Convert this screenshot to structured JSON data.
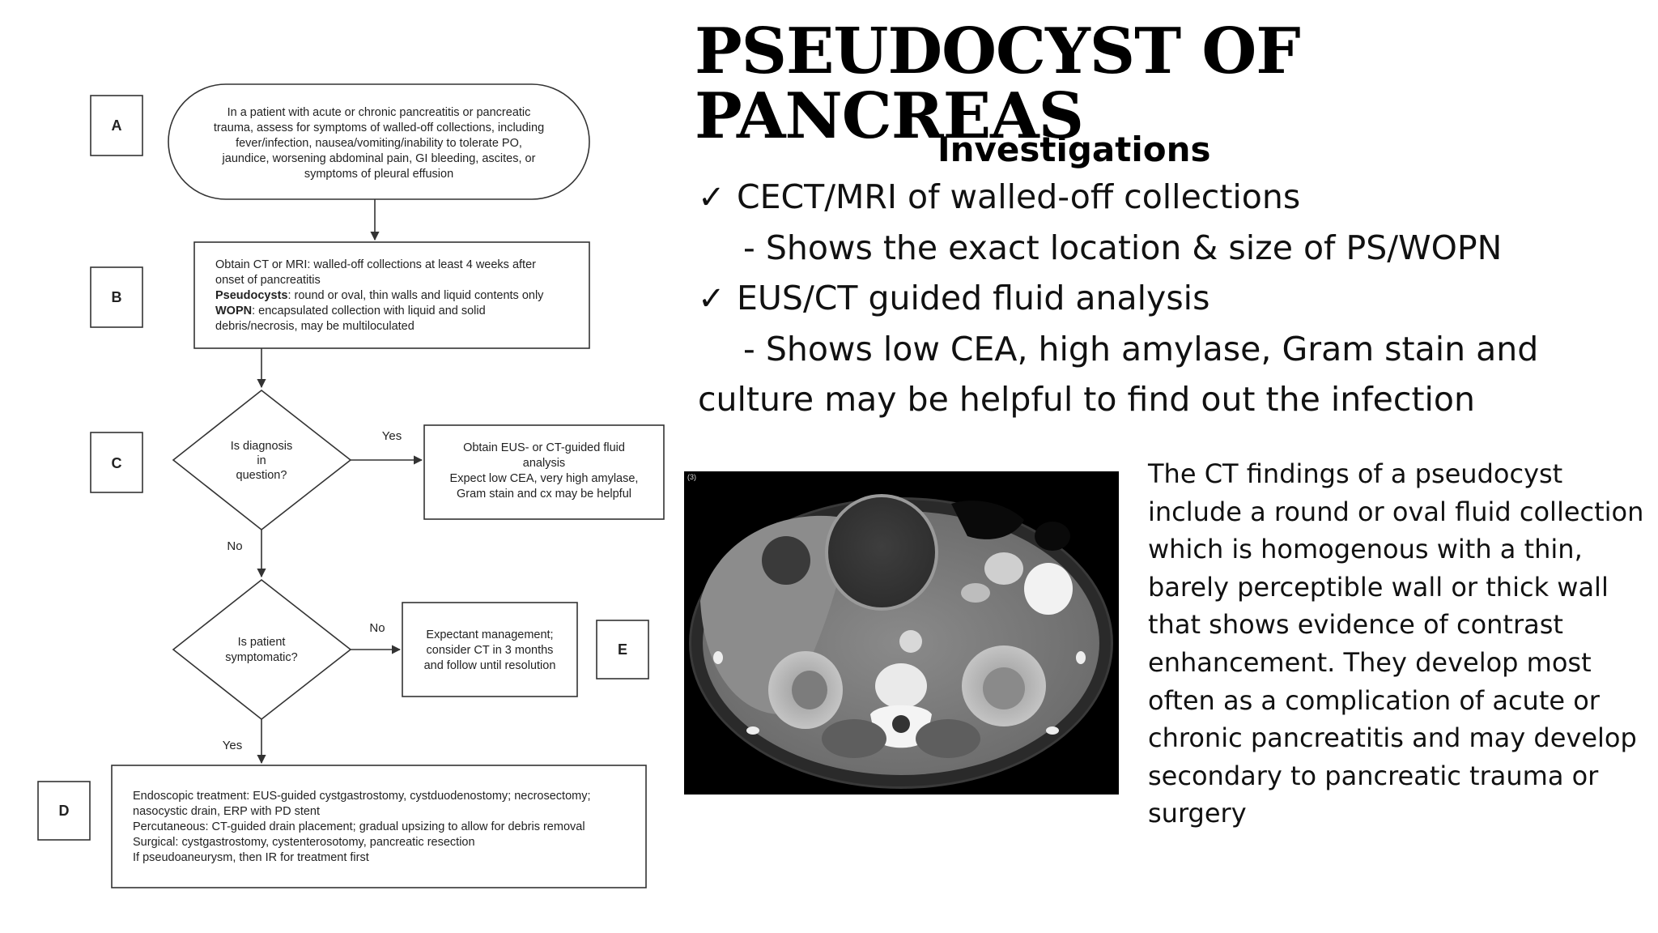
{
  "title": {
    "line1": "PSEUDOCYST OF",
    "line2": "PANCREAS"
  },
  "subtitle": "Investigations",
  "investigations": [
    {
      "check": "✓",
      "text": "CECT/MRI of walled-off collections",
      "detail": "- Shows the exact location & size of PS/WOPN"
    },
    {
      "check": "✓",
      "text": "EUS/CT guided fluid analysis",
      "detail": "- Shows low CEA, high amylase, Gram stain and",
      "continuation": "culture may be helpful to find out the infection"
    }
  ],
  "flowchart": {
    "A": {
      "label": "A",
      "lines": [
        "In a patient with acute or chronic pancreatitis or pancreatic",
        "trauma, assess for symptoms of walled-off collections, including",
        "fever/infection, nausea/vomiting/inability to tolerate PO,",
        "jaundice, worsening abdominal pain, GI bleeding, ascites, or",
        "symptoms of pleural effusion"
      ]
    },
    "B": {
      "label": "B",
      "line1": "Obtain CT or MRI: walled-off collections at least 4 weeks after",
      "line2": "onset of pancreatitis",
      "line3_bold": "Pseudocysts",
      "line3": ": round or oval, thin walls and liquid contents only",
      "line4_bold": "WOPN",
      "line4": ": encapsulated collection with liquid and solid",
      "line5": "debris/necrosis, may be multiloculated"
    },
    "C": {
      "label": "C",
      "lines": [
        "Is diagnosis",
        "in",
        "question?"
      ],
      "yes": "Yes",
      "no": "No"
    },
    "C_yes": {
      "lines": [
        "Obtain EUS- or CT-guided fluid",
        "analysis",
        "Expect low CEA, very high amylase,",
        "Gram stain and cx may be helpful"
      ]
    },
    "S": {
      "lines": [
        "Is patient",
        "symptomatic?"
      ],
      "no": "No",
      "yes": "Yes"
    },
    "E": {
      "label": "E",
      "lines": [
        "Expectant management;",
        "consider CT in 3 months",
        "and follow until resolution"
      ]
    },
    "D": {
      "label": "D",
      "lines": [
        "Endoscopic treatment: EUS-guided cystgastrostomy, cystduodenostomy; necrosectomy;",
        "nasocystic drain, ERP with PD stent",
        "Percutaneous: CT-guided drain placement; gradual upsizing to allow for debris removal",
        "Surgical: cystgastrostomy, cystenterosotomy, pancreatic resection",
        "If pseudoaneurysm, then IR for treatment first"
      ]
    }
  },
  "ct_image": {
    "corner_label": "(3)"
  },
  "ct_description": "The CT findings of a pseudocyst include a round or oval fluid collection which is homogenous with a thin, barely perceptible wall or thick wall that shows evidence of contrast enhancement. They develop most often as a complication of acute or chronic pancreatitis and may develop secondary to pancreatic trauma or surgery"
}
